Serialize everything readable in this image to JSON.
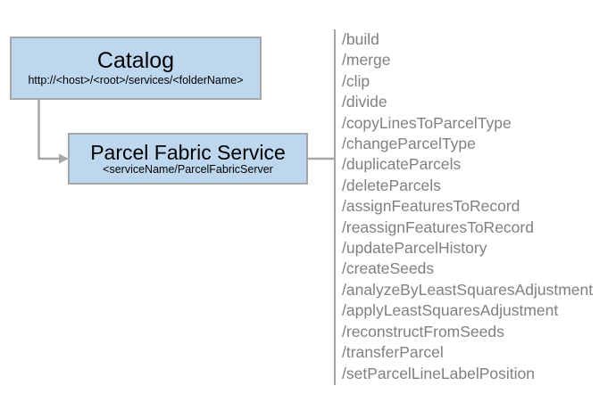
{
  "diagram": {
    "type": "architecture-diagram",
    "colors": {
      "node_fill": "#bdd7ee",
      "node_border": "#a6a6a6",
      "node_text": "#000000",
      "connector": "#a6a6a6",
      "operation_text": "#808080",
      "background": "#ffffff"
    },
    "nodes": [
      {
        "id": "catalog",
        "title": "Catalog",
        "subtitle": "http://<host>/<root>/services/<folderName>"
      },
      {
        "id": "parcel_fabric_service",
        "title": "Parcel Fabric Service",
        "subtitle": "<serviceName/ParcelFabricServer"
      }
    ],
    "operations": [
      "/build",
      "/merge",
      "/clip",
      "/divide",
      "/copyLinesToParcelType",
      "/changeParcelType",
      "/duplicateParcels",
      "/deleteParcels",
      "/assignFeaturesToRecord",
      "/reassignFeaturesToRecord",
      "/updateParcelHistory",
      "/createSeeds",
      "/analyzeByLeastSquaresAdjustment",
      "/applyLeastSquaresAdjustment",
      "/reconstructFromSeeds",
      "/transferParcel",
      "/setParcelLineLabelPosition"
    ]
  }
}
